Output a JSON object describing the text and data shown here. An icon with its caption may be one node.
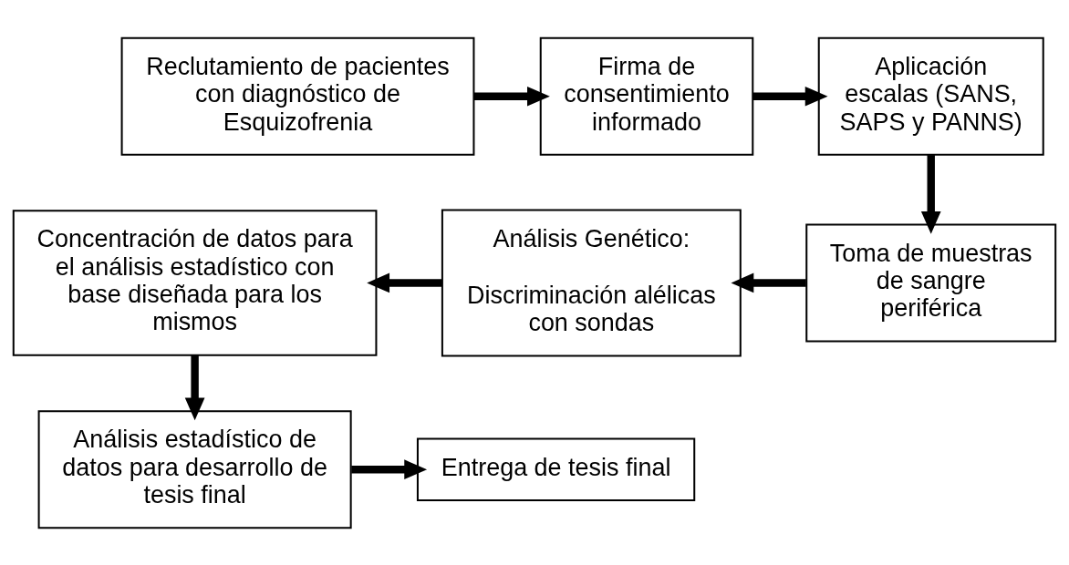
{
  "diagram": {
    "nodes": [
      {
        "text": [
          "Reclutamiento de pacientes con diagnóstico de Esquizofrenia"
        ]
      },
      {
        "text": [
          "Firma de consentimiento informado"
        ]
      },
      {
        "text": [
          "Aplicación escalas (SANS, SAPS y PANNS)"
        ]
      },
      {
        "text": [
          "Concentración de datos para el análisis estadístico con base diseñada para los mismos"
        ]
      },
      {
        "text": [
          "Análisis Genético:",
          "Discriminación alélicas con sondas"
        ]
      },
      {
        "text": [
          "Toma de muestras de sangre periférica"
        ]
      },
      {
        "text": [
          "Análisis estadístico de datos para desarrollo de tesis final"
        ]
      },
      {
        "text": [
          "Entrega de tesis final"
        ]
      }
    ],
    "edges": [
      {
        "from": 0,
        "to": 1,
        "arrow": "to"
      },
      {
        "from": 1,
        "to": 2,
        "arrow": "to"
      },
      {
        "from": 2,
        "to": 5,
        "arrow": "to"
      },
      {
        "from": 5,
        "to": 4,
        "arrow": "to"
      },
      {
        "from": 4,
        "to": 3,
        "arrow": "to"
      },
      {
        "from": 3,
        "to": 6,
        "arrow": "to"
      },
      {
        "from": 6,
        "to": 7,
        "arrow": "to"
      }
    ]
  }
}
